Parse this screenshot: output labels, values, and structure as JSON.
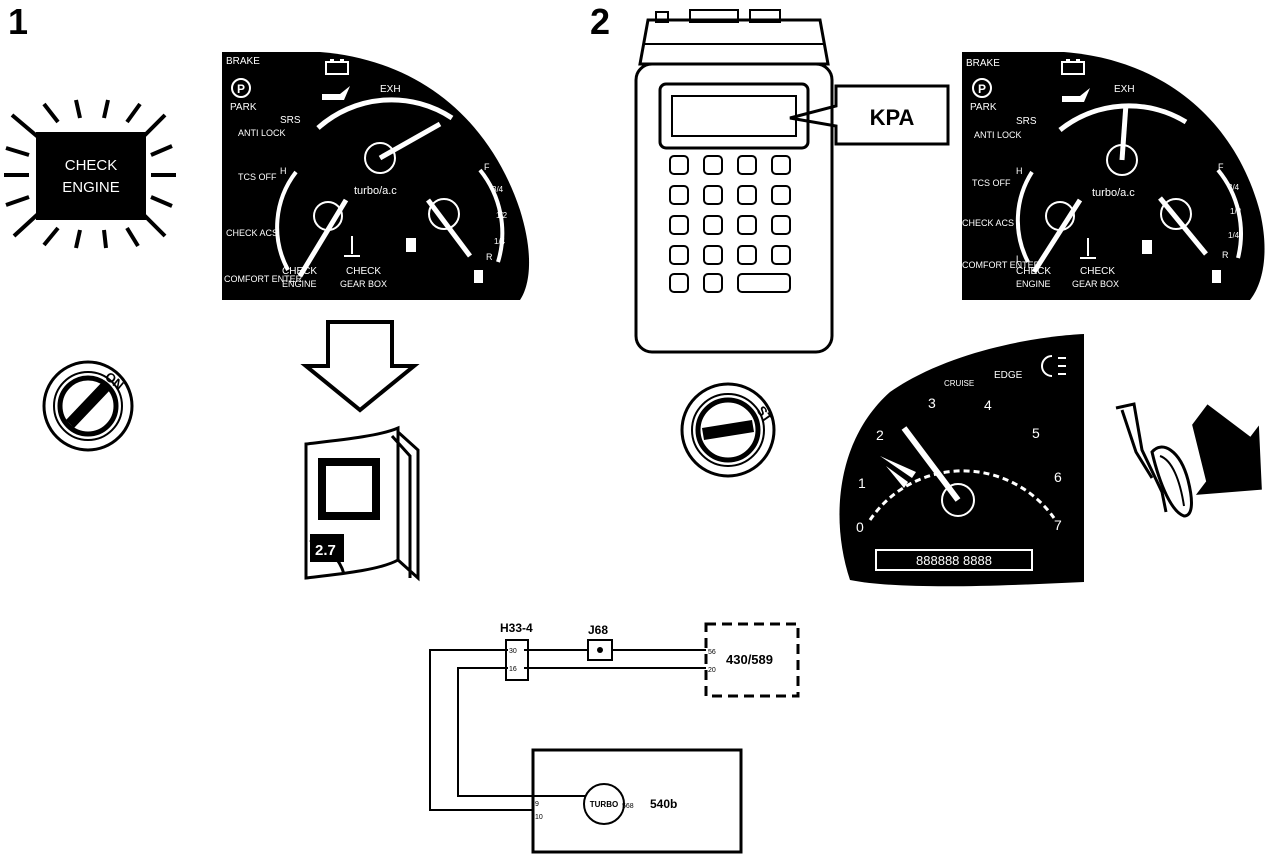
{
  "steps": {
    "one": "1",
    "two": "2"
  },
  "warning_lamp": {
    "line1": "CHECK",
    "line2": "ENGINE"
  },
  "ignition": {
    "on_label": "ON",
    "start_label": "ST"
  },
  "manual": {
    "section": "2.7"
  },
  "diag_tool": {
    "callout": "KPA"
  },
  "cluster": {
    "left_labels": [
      "BRAKE",
      "PARK",
      "ANTI LOCK",
      "TCS OFF",
      "CHECK ACS",
      "COMFORT ENTER"
    ],
    "top_labels": [
      "SRS",
      "EXH"
    ],
    "center_label": "turbo/a.c",
    "gauge_marks": {
      "h": "H",
      "l": "L",
      "f": "F",
      "r": "R",
      "half": "1/2",
      "three_q": "3/4",
      "one_q": "1/4"
    },
    "bottom_labels": {
      "check_engine_1": "CHECK",
      "check_engine_2": "ENGINE",
      "check_gearbox_1": "CHECK",
      "check_gearbox_2": "GEAR BOX"
    }
  },
  "tachometer": {
    "ticks": [
      "0",
      "1",
      "2",
      "3",
      "4",
      "5",
      "6",
      "7"
    ],
    "top_labels": [
      "CRUISE",
      "EDGE"
    ],
    "display": "888888 8888"
  },
  "wiring": {
    "connector": "H33-4",
    "connector_pins": [
      "30",
      "16"
    ],
    "junction": "J68",
    "ecu": "430/589",
    "ecu_pins": [
      "56",
      "20"
    ],
    "lamp_module": "540b",
    "lamp_label": "TURBO",
    "lamp_pins": [
      "9",
      "10"
    ],
    "lamp_ref": "568"
  }
}
